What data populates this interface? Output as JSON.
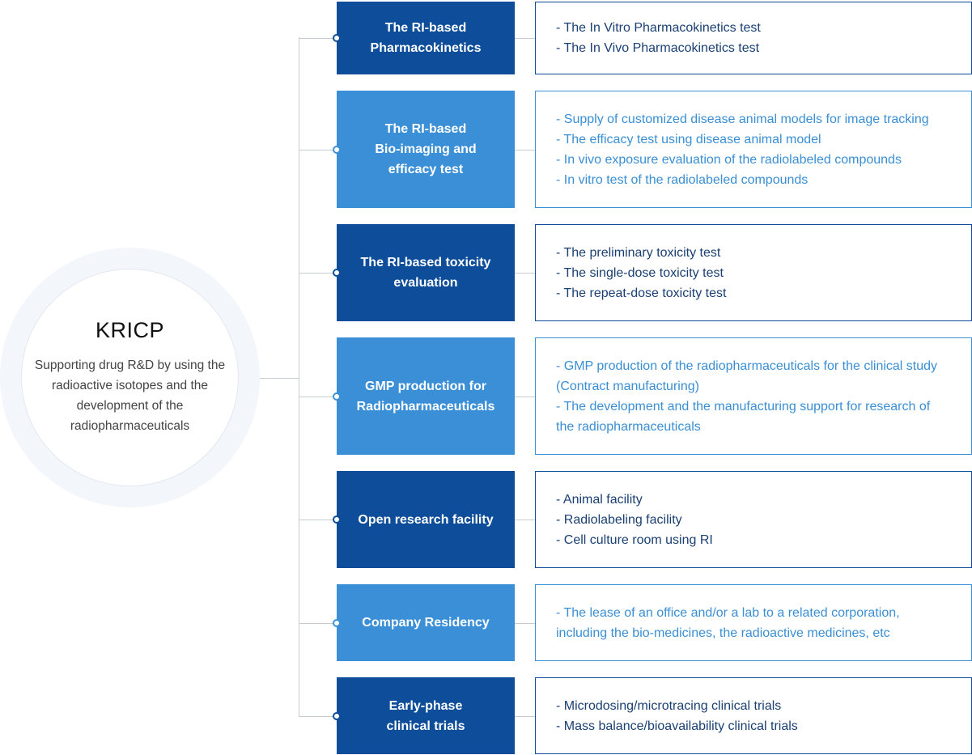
{
  "hub": {
    "title": "KRICP",
    "description": "Supporting drug R&D by using the radioactive isotopes and the development of the radiopharmaceuticals"
  },
  "colors": {
    "dark_blue": "#0d4d99",
    "light_blue": "#3b8fd6",
    "connector": "#c7ccd3"
  },
  "categories": [
    {
      "label": "The RI-based\nPharmacokinetics",
      "tone": "dark",
      "items": [
        "- The In Vitro Pharmacokinetics test",
        "- The In Vivo Pharmacokinetics test"
      ]
    },
    {
      "label": "The RI-based\nBio-imaging and\nefficacy test",
      "tone": "light",
      "items": [
        "- Supply of customized disease animal models for image tracking",
        "- The efficacy test using disease animal model",
        "- In vivo exposure evaluation of the radiolabeled compounds",
        "- In vitro test of the radiolabeled compounds"
      ]
    },
    {
      "label": "The RI-based toxicity\nevaluation",
      "tone": "dark",
      "items": [
        "- The preliminary toxicity test",
        "- The single-dose toxicity test",
        "- The repeat-dose toxicity test"
      ]
    },
    {
      "label": "GMP production for\nRadiopharmaceuticals",
      "tone": "light",
      "items": [
        "- GMP production of the radiopharmaceuticals for the clinical study",
        " (Contract manufacturing)",
        "- The development and the manufacturing support for research of",
        "the radiopharmaceuticals"
      ]
    },
    {
      "label": "Open research facility",
      "tone": "dark",
      "items": [
        "- Animal facility",
        "- Radiolabeling facility",
        "- Cell culture room using RI"
      ]
    },
    {
      "label": "Company Residency",
      "tone": "light",
      "items": [
        "- The lease of an office and/or a lab to a related corporation,",
        "including the bio-medicines, the radioactive medicines, etc"
      ]
    },
    {
      "label": "Early-phase\nclinical trials",
      "tone": "dark",
      "items": [
        "- Microdosing/microtracing clinical trials",
        "- Mass balance/bioavailability clinical trials"
      ]
    }
  ]
}
